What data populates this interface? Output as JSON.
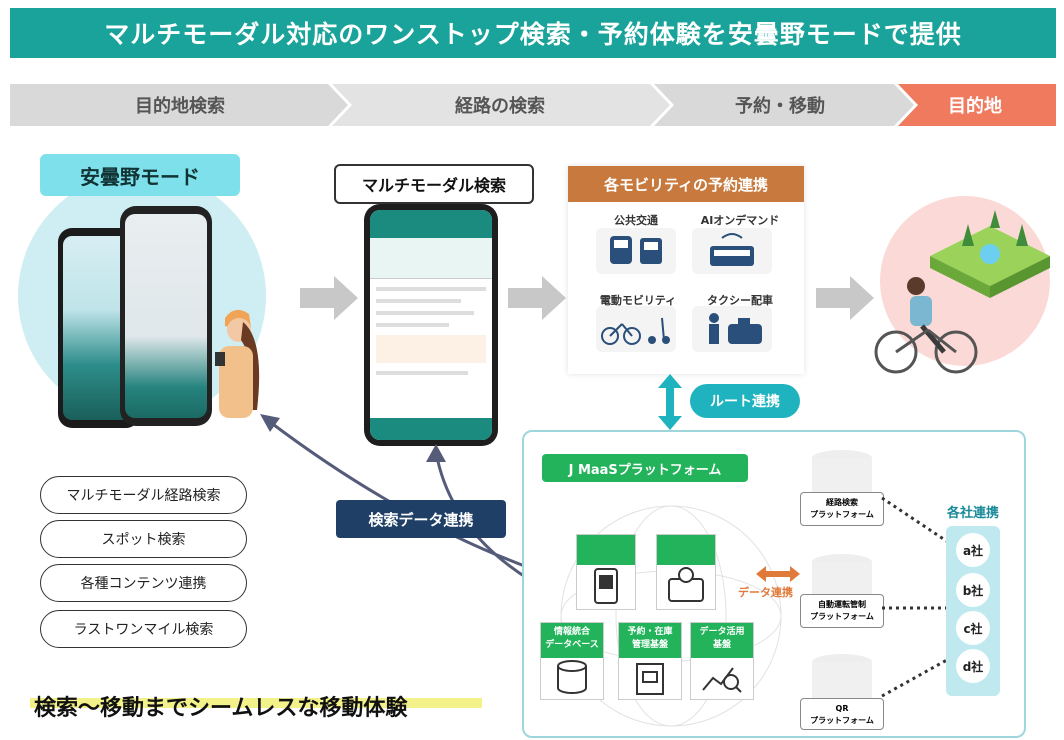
{
  "banner_title": "マルチモーダル対応のワンストップ検索・予約体験を安曇野モードで提供",
  "steps": [
    "目的地検索",
    "経路の検索",
    "予約・移動",
    "目的地"
  ],
  "app": {
    "label": "安曇野モード"
  },
  "multimodal": {
    "label": "マルチモーダル検索"
  },
  "reservation": {
    "title": "各モビリティの予約連携",
    "items": [
      "公共交通",
      "AIオンデマンド",
      "電動モビリティ",
      "タクシー配車"
    ]
  },
  "route_link": "ルート連携",
  "search_data_link": "検索データ連携",
  "features": [
    "マルチモーダル経路検索",
    "スポット検索",
    "各種コンテンツ連携",
    "ラストワンマイル検索"
  ],
  "bottom_caption": "検索〜移動までシームレスな移動体験",
  "platform": {
    "title": "J MaaSプラットフォーム",
    "data_link": "データ連携",
    "modules": [
      "情報統合\nデータベース",
      "予約・在庫\n管理基盤",
      "データ活用\n基盤"
    ],
    "external": [
      "経路検索\nプラットフォーム",
      "自動運転管制\nプラットフォーム",
      "QR\nプラットフォーム"
    ],
    "companies_title": "各社連携",
    "companies": [
      "a社",
      "b社",
      "c社",
      "d社"
    ]
  },
  "colors": {
    "teal": "#1aa39a",
    "navy": "#1f3f66",
    "salmon": "#ef7a5e",
    "green": "#22b35b",
    "orange_header": "#c87a3e"
  }
}
